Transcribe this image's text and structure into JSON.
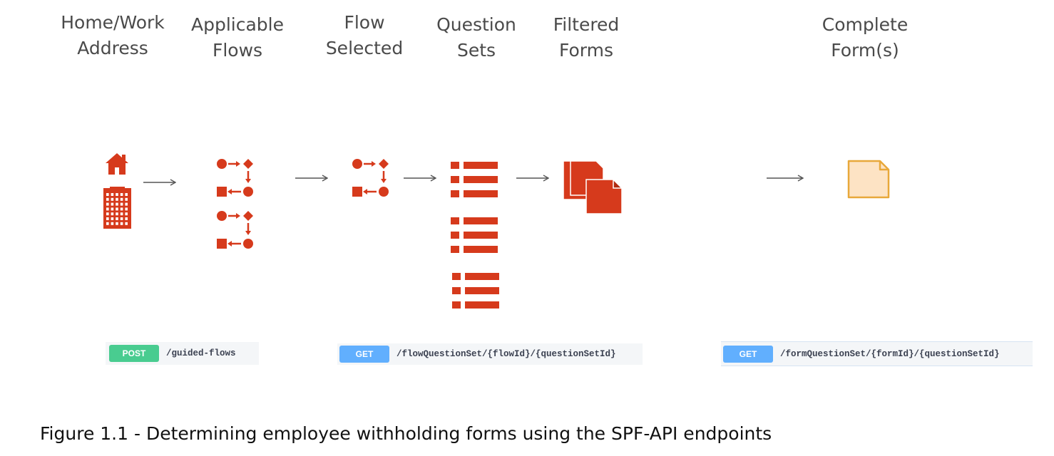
{
  "colors": {
    "accent": "#d63a1c",
    "post": "#49cc90",
    "get": "#61affe",
    "form_fill": "#fde3c4",
    "form_stroke": "#e8a83a"
  },
  "stages": [
    {
      "line1": "Home/Work",
      "line2": "Address",
      "icon": "home-and-office-building-icon"
    },
    {
      "line1": "Applicable",
      "line2": "Flows",
      "icon": "flowchart-icon"
    },
    {
      "line1": "Flow",
      "line2": "Selected",
      "icon": "flowchart-icon"
    },
    {
      "line1": "Question",
      "line2": "Sets",
      "icon": "list-icon"
    },
    {
      "line1": "Filtered",
      "line2": "Forms",
      "icon": "document-stack-icon"
    },
    {
      "line1": "Complete",
      "line2": "Form(s)",
      "icon": "document-icon"
    }
  ],
  "endpoints": [
    {
      "method": "POST",
      "path": "/guided-flows"
    },
    {
      "method": "GET",
      "path": "/flowQuestionSet/{flowId}/{questionSetId}"
    },
    {
      "method": "GET",
      "path": "/formQuestionSet/{formId}/{questionSetId}"
    }
  ],
  "caption": "Figure 1.1 - Determining employee withholding forms using the SPF-API endpoints"
}
